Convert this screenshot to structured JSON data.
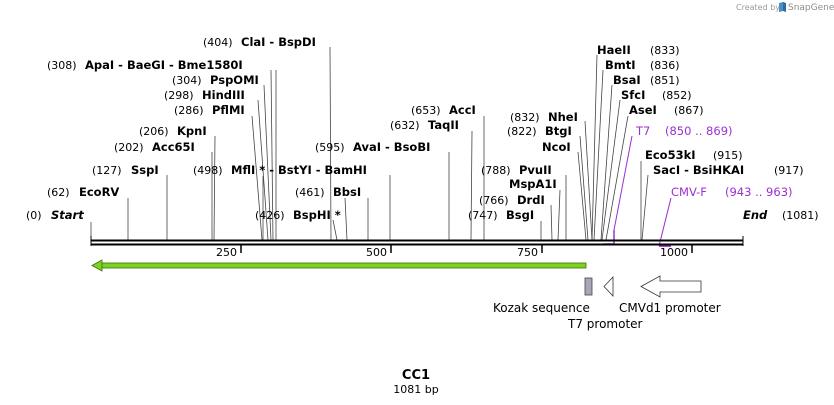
{
  "header": {
    "credit_prefix": "Created by",
    "credit_brand": "SnapGene"
  },
  "colors": {
    "primer": "#9b30d0",
    "orf_fill": "#7ed321",
    "kozak_fill": "#a7a7b8",
    "backbone": "#000000"
  },
  "map": {
    "name": "CC1",
    "length_label": "1081 bp",
    "length_bp": 1081,
    "start": {
      "pos": "(0)",
      "label": "Start"
    },
    "end": {
      "label": "End",
      "pos": "(1081)"
    },
    "ticks": [
      "250",
      "500",
      "750",
      "1000"
    ],
    "sites": [
      {
        "pos": "(62)",
        "name": "EcoRV"
      },
      {
        "pos": "(127)",
        "name": "SspI"
      },
      {
        "pos": "(202)",
        "name": "Acc65I"
      },
      {
        "pos": "(206)",
        "name": "KpnI"
      },
      {
        "pos": "(286)",
        "name": "PflMI"
      },
      {
        "pos": "(298)",
        "name": "HindIII"
      },
      {
        "pos": "(304)",
        "name": "PspOMI"
      },
      {
        "pos": "(308)",
        "name": "ApaI - BaeGI - Bme1580I"
      },
      {
        "pos": "(404)",
        "name": "ClaI - BspDI"
      },
      {
        "pos": "(426)",
        "name": "BspHI *"
      },
      {
        "pos": "(461)",
        "name": "BbsI"
      },
      {
        "pos": "(498)",
        "name": "MflI * - BstYI - BamHI"
      },
      {
        "pos": "(595)",
        "name": "AvaI - BsoBI"
      },
      {
        "pos": "(632)",
        "name": "TaqII"
      },
      {
        "pos": "(653)",
        "name": "AccI"
      },
      {
        "pos": "(747)",
        "name": "BsgI"
      },
      {
        "pos": "(766)",
        "name": "DrdI"
      },
      {
        "pos": "",
        "name": "MspA1I"
      },
      {
        "pos": "(788)",
        "name": "PvuII"
      },
      {
        "pos": "",
        "name": "NcoI"
      },
      {
        "pos": "(822)",
        "name": "BtgI"
      },
      {
        "pos": "(832)",
        "name": "NheI"
      },
      {
        "pos": "(833)",
        "name": "HaeII"
      },
      {
        "pos": "(836)",
        "name": "BmtI"
      },
      {
        "pos": "(851)",
        "name": "BsaI"
      },
      {
        "pos": "(852)",
        "name": "SfcI"
      },
      {
        "pos": "(867)",
        "name": "AseI"
      },
      {
        "pos": "(915)",
        "name": "Eco53kI"
      },
      {
        "pos": "(917)",
        "name": "SacI - BsiHKAI"
      }
    ],
    "primers": [
      {
        "name": "T7",
        "range": "(850 .. 869)"
      },
      {
        "name": "CMV-F",
        "range": "(943 .. 963)"
      }
    ],
    "features": [
      {
        "name": "Kozak sequence"
      },
      {
        "name": "T7 promoter"
      },
      {
        "name": "CMVd1 promoter"
      }
    ]
  }
}
